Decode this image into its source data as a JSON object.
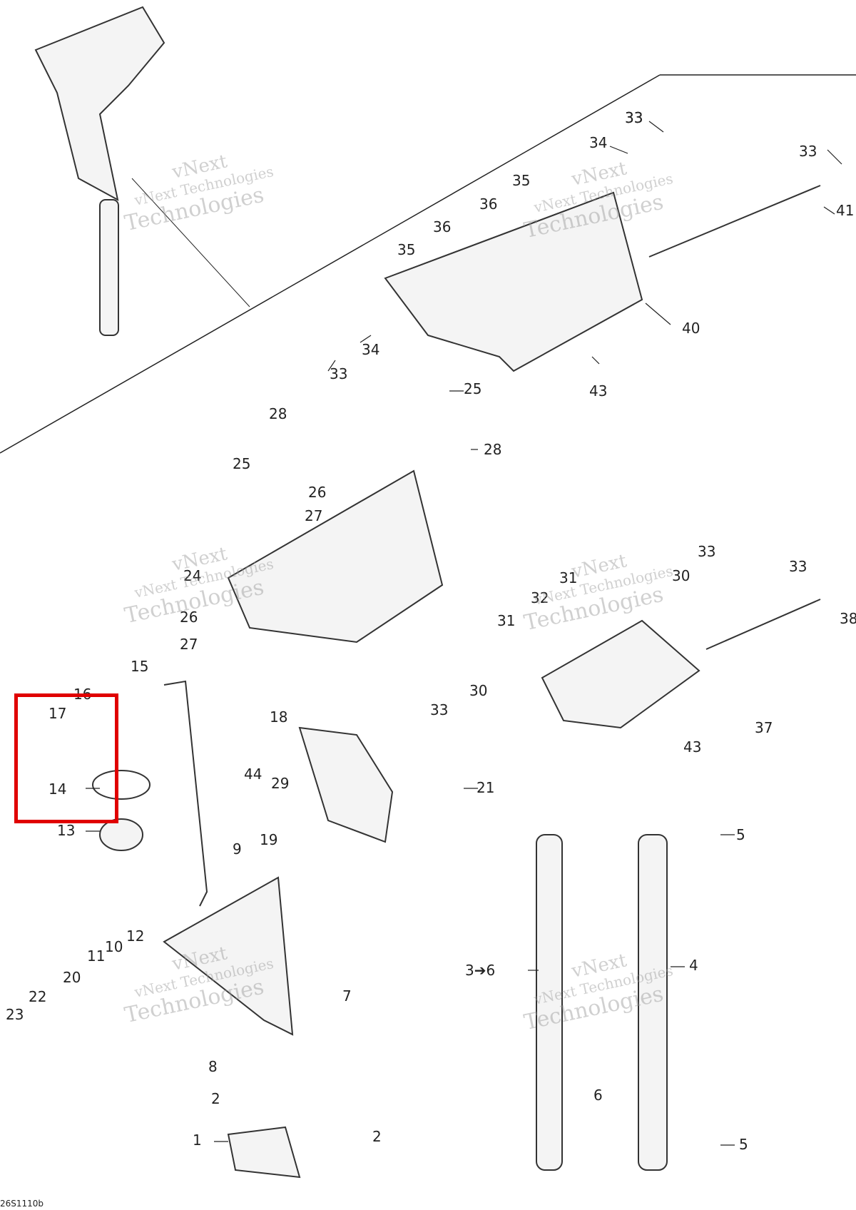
{
  "diagram": {
    "drawing_code": "26S1110b",
    "watermark": {
      "line1": "vNext",
      "line2": "vNext Technologies",
      "line3": "Technologies"
    },
    "highlight_color": "#e00000",
    "highlighted_callouts": [
      "13",
      "14"
    ],
    "callouts": {
      "c33a": "33",
      "c34a": "34",
      "c33b": "33",
      "c35a": "35",
      "c36a": "36",
      "c41": "41",
      "c36b": "36",
      "c35b": "35",
      "c40": "40",
      "c34b": "34",
      "c33c": "33",
      "c43a": "43",
      "c25a": "25",
      "c28a": "28",
      "c28b": "28",
      "c25b": "25",
      "c26a": "26",
      "c27a": "27",
      "c24": "24",
      "c26b": "26",
      "c27b": "27",
      "c33d": "33",
      "c33e": "33",
      "c30a": "30",
      "c31a": "31",
      "c32": "32",
      "c38": "38",
      "c31b": "31",
      "c15": "15",
      "c16": "16",
      "c17": "17",
      "c30b": "30",
      "c33f": "33",
      "c37": "37",
      "c18": "18",
      "c43b": "43",
      "c44": "44",
      "c14": "14",
      "c29": "29",
      "c21": "21",
      "c13": "13",
      "c5a": "5",
      "c9": "9",
      "c19": "19",
      "c12": "12",
      "c10": "10",
      "c11": "11",
      "c20": "20",
      "c22": "22",
      "c23": "23",
      "c7": "7",
      "c36to6": "3➔6",
      "c4": "4",
      "c8": "8",
      "c2a": "2",
      "c6": "6",
      "c1": "1",
      "c2b": "2",
      "c5b": "5"
    }
  }
}
